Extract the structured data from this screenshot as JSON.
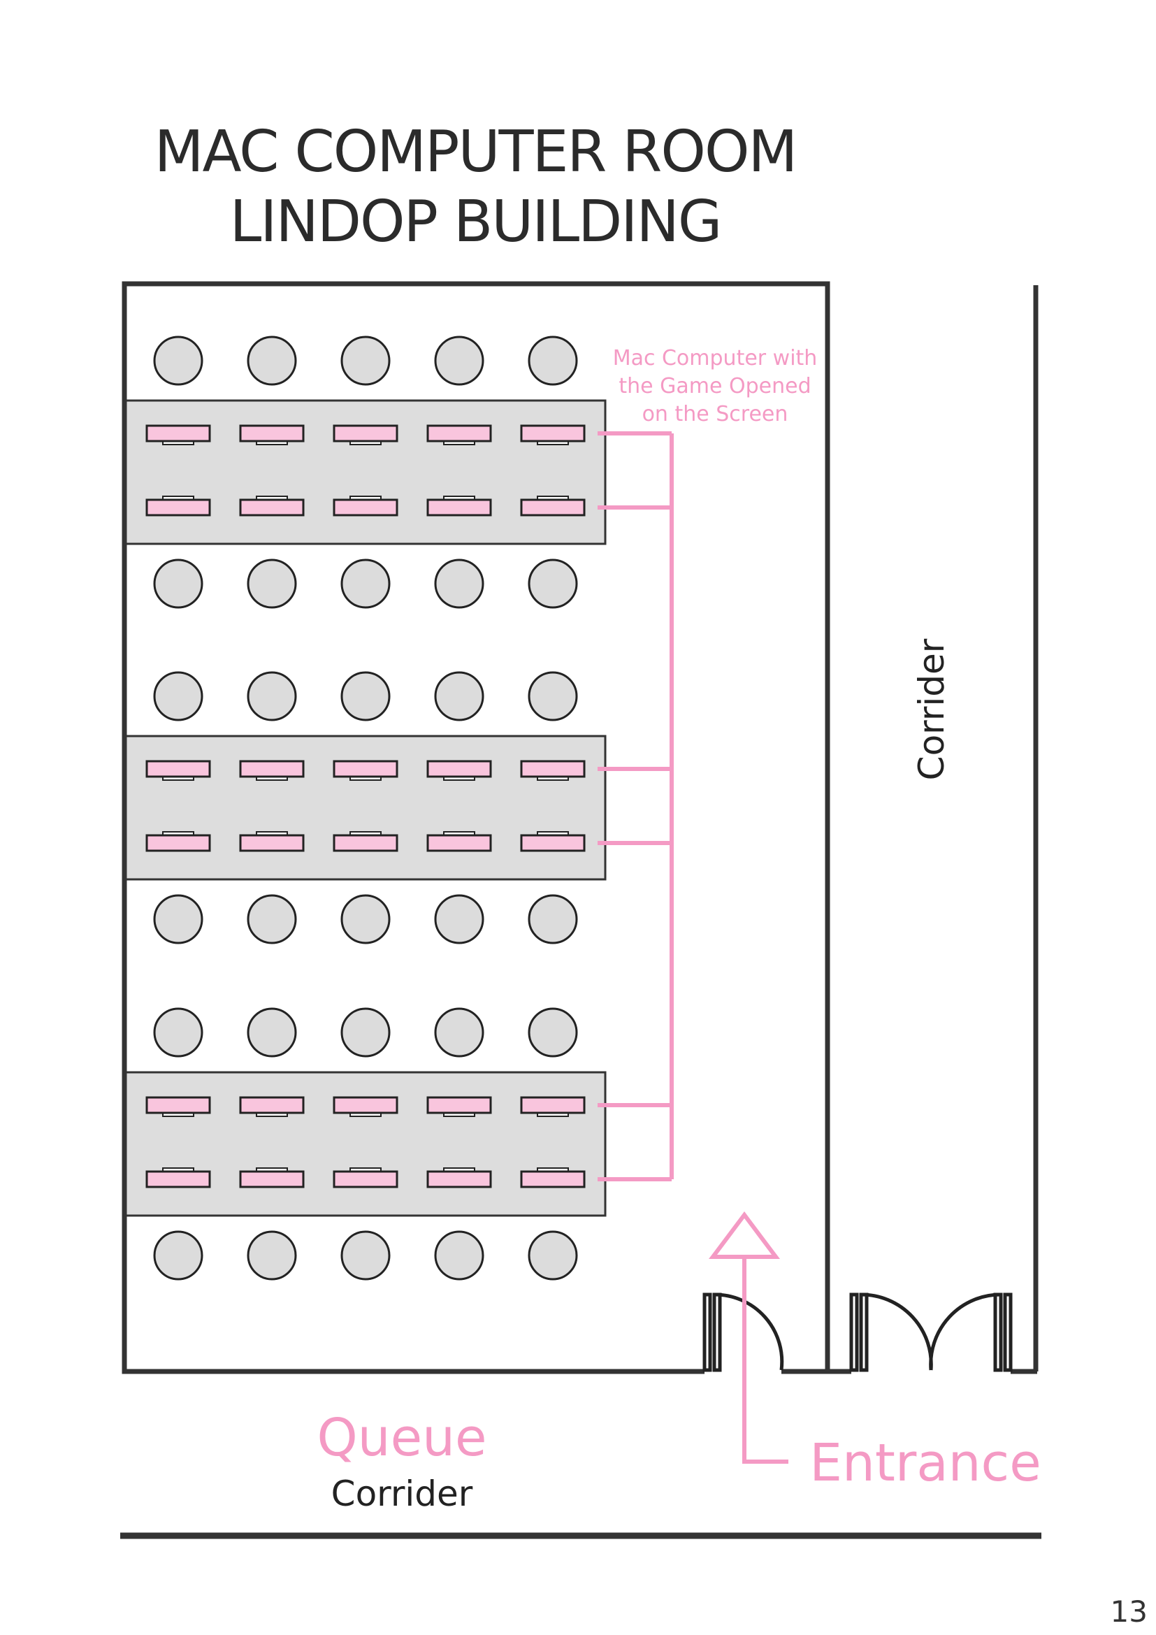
{
  "title": {
    "line1": "MAC COMPUTER ROOM",
    "line2": "LINDOP BUILDING"
  },
  "annotation": {
    "line1": "Mac Computer with",
    "line2": "the Game Opened",
    "line3": "on the Screen"
  },
  "labels": {
    "corridor_right": "Corrider",
    "queue": "Queue",
    "corridor_bottom": "Corrider",
    "entrance": "Entrance"
  },
  "page_number": "13",
  "colors": {
    "accent_pink": "#f49ac4",
    "monitor_fill": "#f9c5dd",
    "chair_fill": "#dcdcdc",
    "desk_fill": "#dddddd",
    "wall": "#333333",
    "title_text": "#2b2b2b"
  },
  "layout": {
    "desk_groups": 3,
    "monitors_per_row": 5,
    "monitor_rows_per_desk": 2,
    "chairs_per_row": 5
  }
}
